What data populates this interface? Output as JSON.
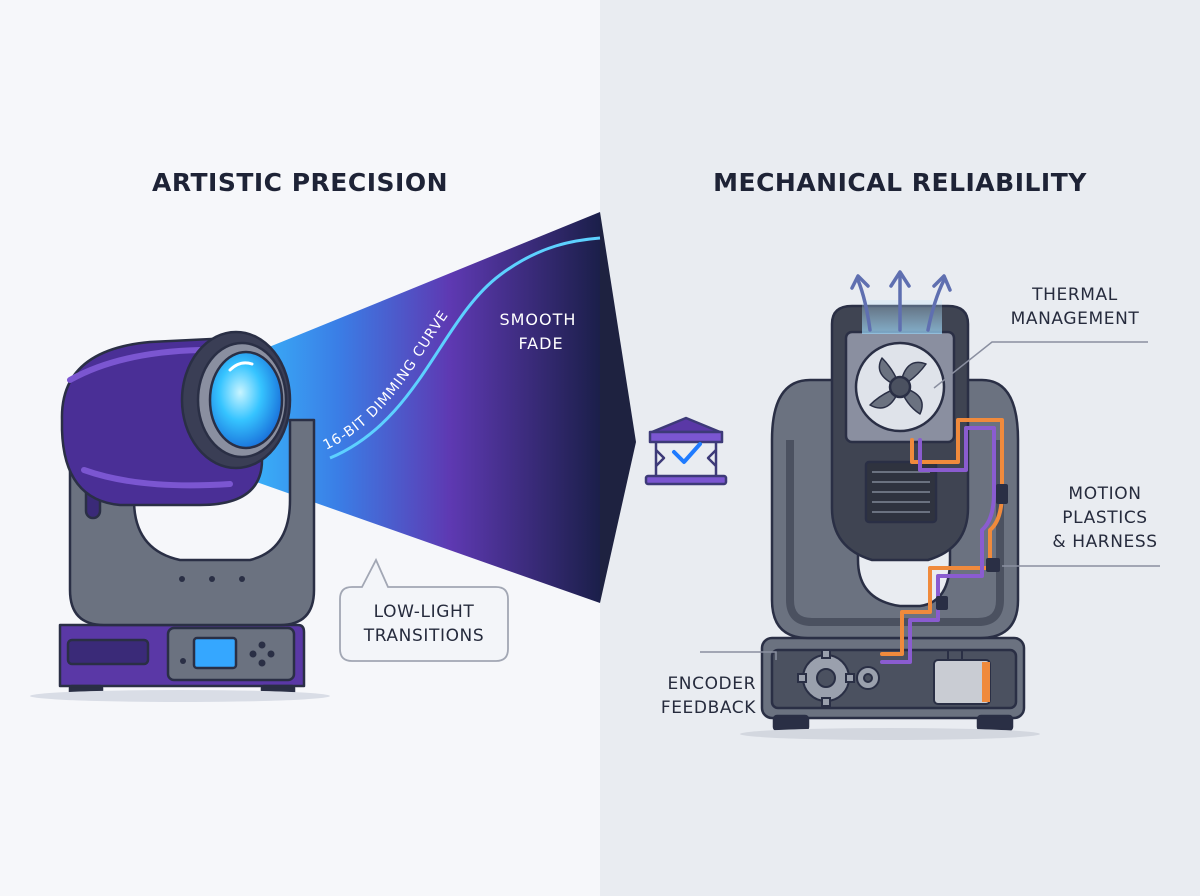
{
  "left_panel": {
    "title": "ARTISTIC PRECISION",
    "curve_label": "16-BIT DIMMING CURVE",
    "fade_label": [
      "SMOOTH",
      "FADE"
    ],
    "bubble_label": [
      "LOW-LIGHT",
      "TRANSITIONS"
    ]
  },
  "right_panel": {
    "title": "MECHANICAL RELIABILITY",
    "callouts": {
      "thermal": [
        "THERMAL",
        "MANAGEMENT"
      ],
      "motion": [
        "MOTION",
        "PLASTICS",
        "& HARNESS"
      ],
      "encoder": [
        "ENCODER",
        "FEEDBACK"
      ]
    }
  },
  "icons": {
    "stage": "stage-check-icon",
    "fan": "fan-icon",
    "airflow": "airflow-arrows-icon",
    "gears": "gear-icon",
    "display": "lcd-display-icon",
    "dpad": "dpad-buttons-icon"
  },
  "colors": {
    "purple": "#5a38a6",
    "dark_purple": "#3a2a78",
    "cyan": "#35b7ff",
    "navy": "#1e2336",
    "gray_body": "#6b7280",
    "orange_wire": "#f08a3c",
    "purple_wire": "#8a5cd0"
  }
}
